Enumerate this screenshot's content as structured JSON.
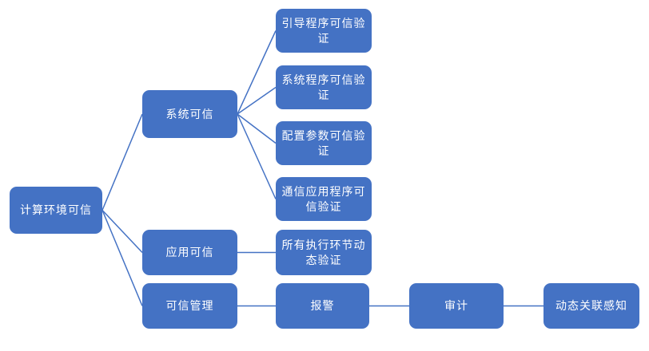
{
  "diagram": {
    "type": "hierarchy-tree",
    "colors": {
      "node_fill": "#4472C4",
      "node_text": "#FFFFFF",
      "connector": "#4472C4",
      "background": "#FFFFFF"
    },
    "nodes": {
      "root": {
        "label": "计算环境可信"
      },
      "system": {
        "label": "系统可信"
      },
      "boot": {
        "label": "引导程序可信验证"
      },
      "sysprog": {
        "label": "系统程序可信验证"
      },
      "config": {
        "label": "配置参数可信验证"
      },
      "comm": {
        "label": "通信应用程序可信验证"
      },
      "app": {
        "label": "应用可信"
      },
      "exec": {
        "label": "所有执行环节动态验证"
      },
      "mgmt": {
        "label": "可信管理"
      },
      "alarm": {
        "label": "报警"
      },
      "audit": {
        "label": "审计"
      },
      "dynamic": {
        "label": "动态关联感知"
      }
    },
    "edges": [
      [
        "root",
        "system"
      ],
      [
        "root",
        "app"
      ],
      [
        "root",
        "mgmt"
      ],
      [
        "system",
        "boot"
      ],
      [
        "system",
        "sysprog"
      ],
      [
        "system",
        "config"
      ],
      [
        "system",
        "comm"
      ],
      [
        "app",
        "exec"
      ],
      [
        "mgmt",
        "alarm"
      ],
      [
        "alarm",
        "audit"
      ],
      [
        "audit",
        "dynamic"
      ]
    ]
  }
}
